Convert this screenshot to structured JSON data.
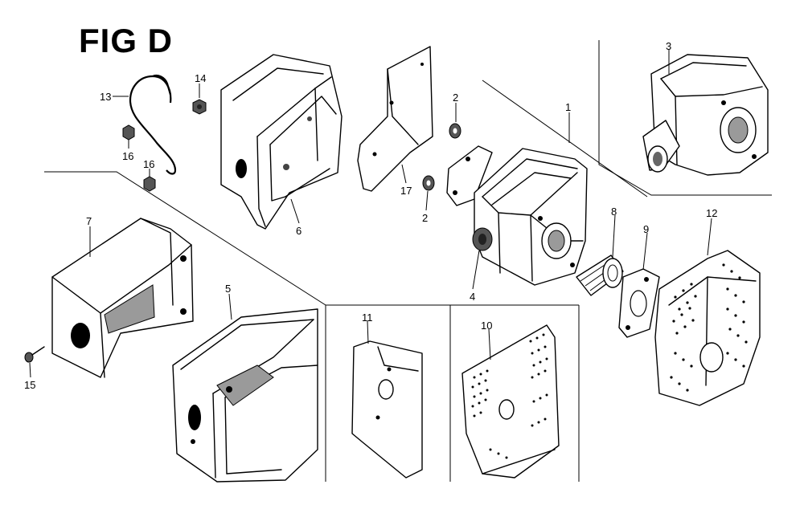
{
  "figure": {
    "title": "FIG D"
  },
  "callouts": [
    {
      "id": "1",
      "label": "1"
    },
    {
      "id": "2a",
      "label": "2"
    },
    {
      "id": "2b",
      "label": "2"
    },
    {
      "id": "3",
      "label": "3"
    },
    {
      "id": "4",
      "label": "4"
    },
    {
      "id": "5",
      "label": "5"
    },
    {
      "id": "6",
      "label": "6"
    },
    {
      "id": "7",
      "label": "7"
    },
    {
      "id": "8",
      "label": "8"
    },
    {
      "id": "9",
      "label": "9"
    },
    {
      "id": "10",
      "label": "10"
    },
    {
      "id": "11",
      "label": "11"
    },
    {
      "id": "12",
      "label": "12"
    },
    {
      "id": "13",
      "label": "13"
    },
    {
      "id": "14",
      "label": "14"
    },
    {
      "id": "15",
      "label": "15"
    },
    {
      "id": "16a",
      "label": "16"
    },
    {
      "id": "16b",
      "label": "16"
    },
    {
      "id": "17",
      "label": "17"
    }
  ]
}
